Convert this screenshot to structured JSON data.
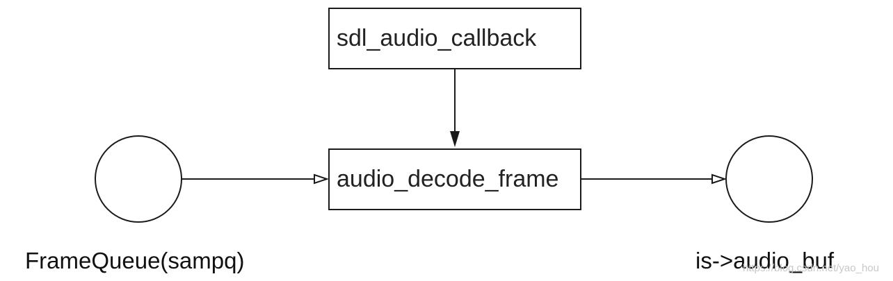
{
  "diagram": {
    "boxes": {
      "callback": "sdl_audio_callback",
      "decode": "audio_decode_frame"
    },
    "nodes": {
      "input": "FrameQueue(sampq)",
      "output": "is->audio_buf"
    },
    "watermark": "https://blog.csdn.net/yao_hou"
  }
}
